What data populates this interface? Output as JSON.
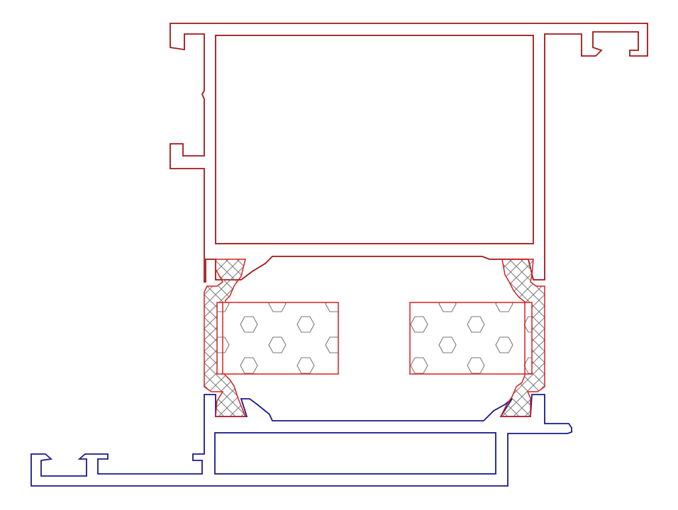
{
  "drawing": {
    "colors": {
      "outer_profile": "#a01818",
      "inner_profile": "#1a1a8c",
      "thermal_break": "#d62020",
      "hatch": "#7a7a7a",
      "insulation_hex": "#7a7a7a",
      "background": "#ffffff"
    },
    "parts": [
      "upper-aluminium-profile",
      "lower-aluminium-profile",
      "thermal-break-strips",
      "insulation-inserts"
    ]
  }
}
